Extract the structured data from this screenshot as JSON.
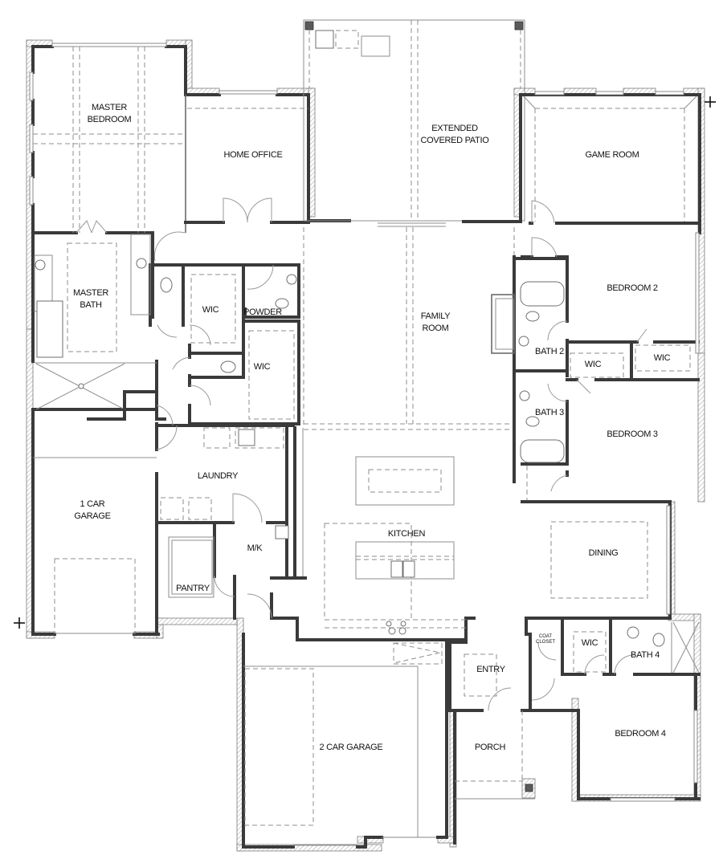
{
  "plan": {
    "rooms": {
      "master_bedroom": [
        "MASTER",
        "BEDROOM"
      ],
      "home_office": "HOME OFFICE",
      "patio": [
        "EXTENDED",
        "COVERED PATIO"
      ],
      "game_room": "GAME ROOM",
      "master_bath": [
        "MASTER",
        "BATH"
      ],
      "wic_master_1": "WIC",
      "powder": "POWDER",
      "wic_master_2": "WIC",
      "family_room": [
        "FAMILY",
        "ROOM"
      ],
      "bedroom_2": "BEDROOM 2",
      "bath_2": "BATH 2",
      "wic_bed2_a": "WIC",
      "wic_bed2_b": "WIC",
      "bath_3": "BATH 3",
      "bedroom_3": "BEDROOM 3",
      "laundry": "LAUNDRY",
      "one_car_garage": [
        "1 CAR",
        "GARAGE"
      ],
      "mk": "M/K",
      "pantry": "PANTRY",
      "kitchen": "KITCHEN",
      "dining": "DINING",
      "coat_closet": [
        "COAT",
        "CLOSET"
      ],
      "wic_bed4": "WIC",
      "bath_4": "BATH 4",
      "entry": "ENTRY",
      "bedroom_4": "BEDROOM 4",
      "porch": "PORCH",
      "two_car_garage": "2 CAR GARAGE"
    },
    "markers": [
      "+",
      "+"
    ],
    "colors": {
      "wall": "#3a3a3a",
      "hatch": "#9a9a9a",
      "line": "#8e8e8e",
      "background": "#ffffff"
    }
  }
}
